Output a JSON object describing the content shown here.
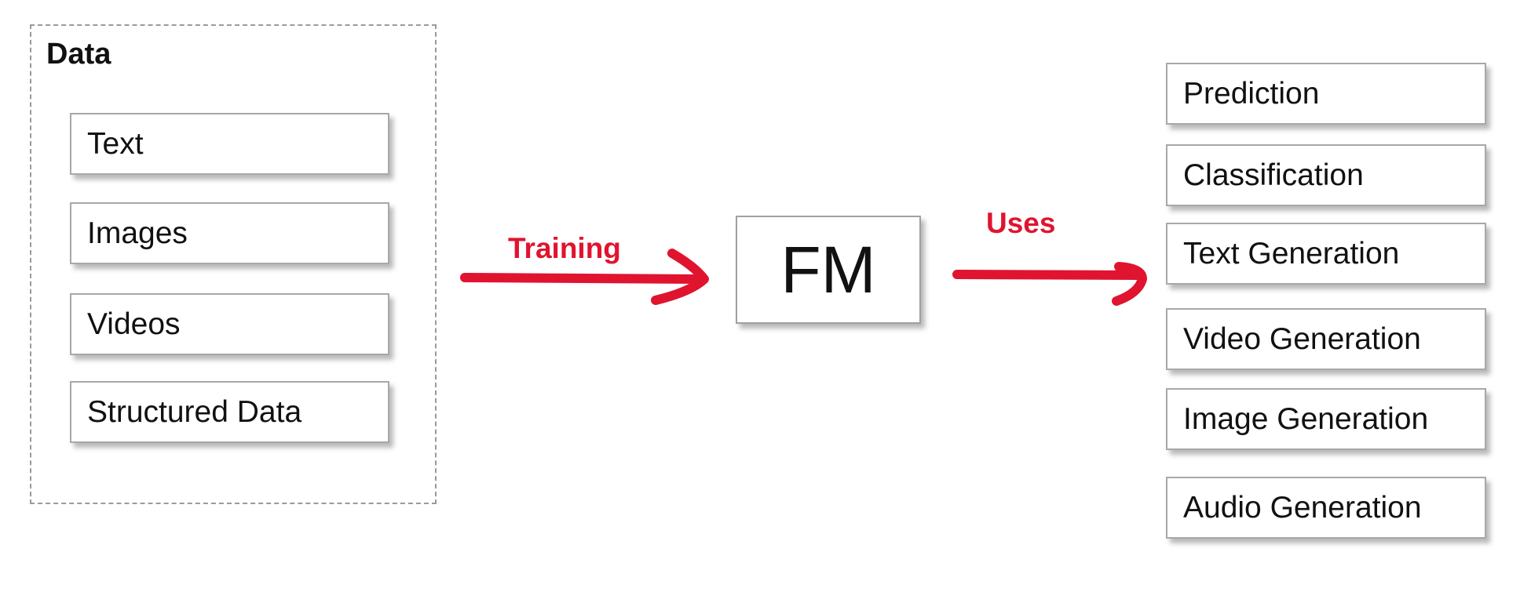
{
  "data_group": {
    "title": "Data",
    "items": [
      "Text",
      "Images",
      "Videos",
      "Structured Data"
    ]
  },
  "training_label": "Training",
  "model_label": "FM",
  "uses_label": "Uses",
  "uses": [
    "Prediction",
    "Classification",
    "Text Generation",
    "Video Generation",
    "Image Generation",
    "Audio Generation"
  ],
  "colors": {
    "arrow": "#e0142f",
    "border": "#a8a8a8"
  }
}
